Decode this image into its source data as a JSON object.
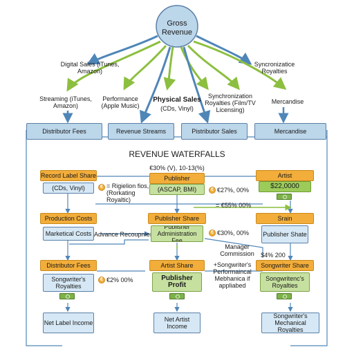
{
  "title": "REVENUE WATERFALLS",
  "root": {
    "label": "Gross Revenue"
  },
  "sources": {
    "digital": "Digital Sales (iTunes, Amazon)",
    "sync_top": "Syncronizatice Royalties",
    "streaming": "Streaming (iTunes, Amazon)",
    "performance": "Performance (Apple Music)",
    "physical_title": "Physical Sales",
    "physical_sub": "(CDs, Vinyl)",
    "sync": "Synchronization Royalties (Film/TV Licensing)",
    "merch": "Mercandise"
  },
  "channels": [
    "Distributor Fees",
    "Revenue Streams",
    "Pistributor Sales",
    "Mercandise"
  ],
  "left_col": {
    "record_label_share": "Record Label Share",
    "cds_vinyl": "(CDs, Vinyl)",
    "production_costs": "Production Costs",
    "marketing_costs": "Marketical Costs",
    "distributor_fees": "Distributor Fees",
    "songwriter_royalties": "Songwriter's Royalties",
    "pct": "€2% 00%",
    "net_label": "Net Label Income"
  },
  "mid_col": {
    "top_note": "€30% (V), 10-13(%)",
    "publisher": "Publisher",
    "ascap": "(ASCAP, BMI)",
    "pct_27": "€27%, 00%",
    "region_note": "= Rigielion fios, (Rorkating Royaltic)",
    "pct_55": "= €55% 00%",
    "advance": "Advance Recoupment",
    "publisher_share": "Publisher Share",
    "pub_admin": "Publisher Administration Fee",
    "pct_30": "€30%, 00%",
    "manager": "Manager Commission",
    "artist_share": "Artist Share",
    "publisher_profit": "Publisher Profit",
    "songwriter_note": "+Songwriter's Performaincal Mebhanica if appliabed",
    "net_artist": "Net Artist Income"
  },
  "right_col": {
    "artist": "Artist",
    "artist_amount": "$22,0000",
    "srain": "Srain",
    "publisher_share": "Publisher Shate",
    "amount_note": "$4% 200",
    "songwriter_share": "Songwriter Share",
    "songwriter_royalties": "Songwritenc's Royalties",
    "mechanical": "Songwriter's Mechanical Royalties"
  },
  "colors": {
    "blue": "#bcd6ea",
    "orange": "#f2ad3a",
    "green": "#9ccb5a",
    "arrow_blue": "#4f86b8",
    "arrow_green": "#8cbf3f"
  },
  "icons": [
    "coin-icon",
    "money-icon",
    "arrow-icon"
  ]
}
